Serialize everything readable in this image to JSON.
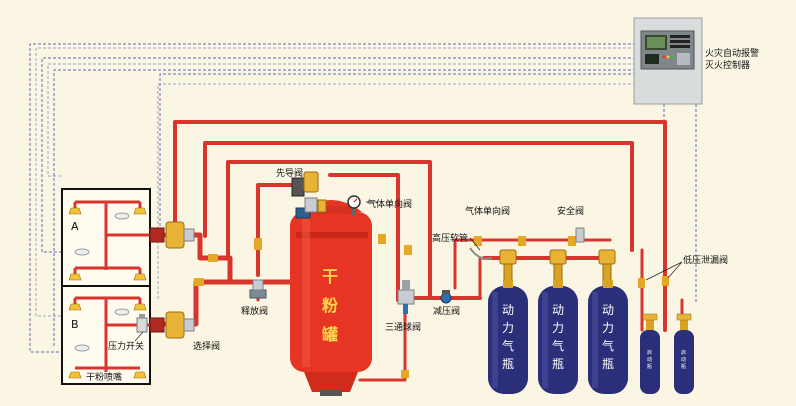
{
  "panel": {
    "title_line1": "火灾自动报警",
    "title_line2": "灭火控制器"
  },
  "tank": {
    "chars": [
      "干",
      "粉",
      "罐"
    ]
  },
  "zones": {
    "a": "A",
    "b": "B"
  },
  "bottles": {
    "power": [
      {
        "chars": [
          "动",
          "力",
          "气",
          "瓶"
        ]
      },
      {
        "chars": [
          "动",
          "力",
          "气",
          "瓶"
        ]
      },
      {
        "chars": [
          "动",
          "力",
          "气",
          "瓶"
        ]
      }
    ],
    "start": [
      {
        "chars": [
          "启",
          "动",
          "瓶"
        ]
      },
      {
        "chars": [
          "启",
          "动",
          "瓶"
        ]
      }
    ]
  },
  "labels": {
    "pilot_valve": "先导阀",
    "gas_check_valve_1": "气体单向阀",
    "gas_check_valve_2": "气体单向阀",
    "safety_valve": "安全阀",
    "high_pressure_hose": "高压软管",
    "low_pressure_leak_valve": "低压泄漏阀",
    "release_valve": "释放阀",
    "three_way_ball_valve": "三通球阀",
    "pressure_reducing_valve": "减压阀",
    "pressure_switch": "压力开关",
    "selector_valve": "选择阀",
    "dry_powder_nozzle": "干粉喷嘴"
  }
}
